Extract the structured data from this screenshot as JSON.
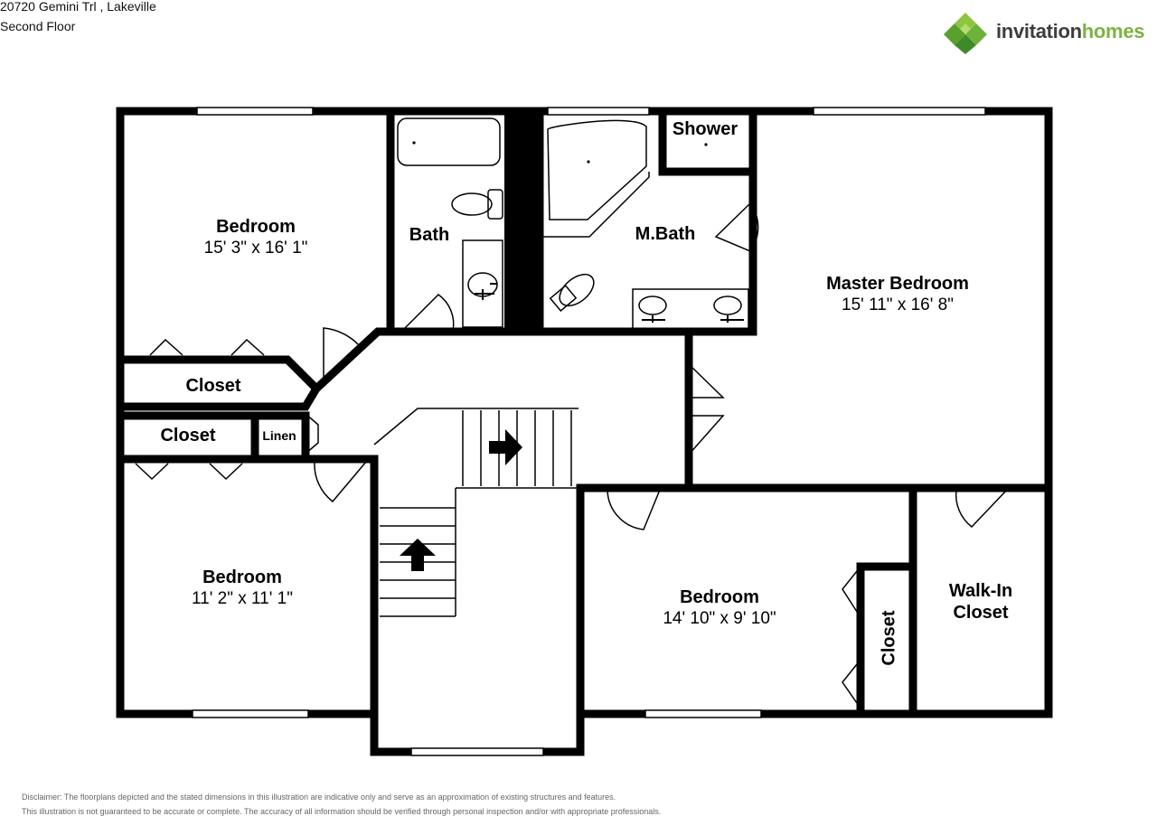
{
  "header": {
    "address": "20720 Gemini Trl , Lakeville",
    "floor": "Second Floor"
  },
  "logo": {
    "word1": "invitation",
    "word2": "homes",
    "colors": {
      "green": "#7bb342",
      "dark": "#3d3d3d"
    },
    "icon": "diamond-cluster-logo-icon"
  },
  "rooms": {
    "bedroom1": {
      "name": "Bedroom",
      "dims": "15' 3\" x 16' 1\""
    },
    "bath": {
      "name": "Bath"
    },
    "mbath": {
      "name": "M.Bath"
    },
    "shower": {
      "name": "Shower"
    },
    "master": {
      "name": "Master Bedroom",
      "dims": "15' 11\" x 16' 8\""
    },
    "closet1": {
      "name": "Closet"
    },
    "closet2": {
      "name": "Closet"
    },
    "linen": {
      "name": "Linen"
    },
    "bedroom2": {
      "name": "Bedroom",
      "dims": "11' 2\" x 11' 1\""
    },
    "bedroom3": {
      "name": "Bedroom",
      "dims": "14' 10\" x 9' 10\""
    },
    "closet3": {
      "name": "Closet"
    },
    "walkin": {
      "name": "Walk-In Closet",
      "line1": "Walk-In",
      "line2": "Closet"
    }
  },
  "disclaimer": {
    "line1": "Disclaimer: The floorplans depicted and the stated dimensions in this illustration are indicative only and serve as an approximation of existing structures and features.",
    "line2": "This illustration is not guaranteed to be accurate or complete. The accuracy of all information should be verified through personal inspection and/or with appropriate professionals."
  }
}
